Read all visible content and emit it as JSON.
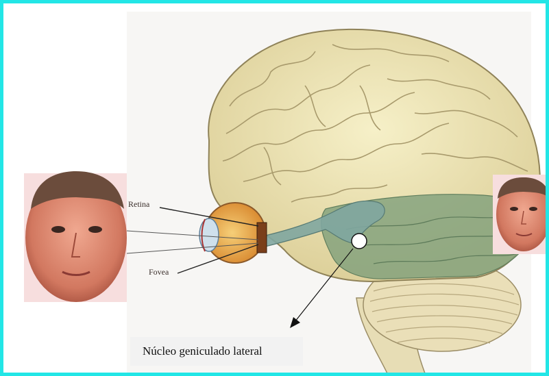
{
  "labels": {
    "retina": "Retina",
    "fovea": "Fovea"
  },
  "caption": "Núcleo geniculado lateral",
  "colors": {
    "frame": "#22e6e6",
    "brain": "#efe6b8",
    "temporal_region": "#7c9e7a",
    "optic_path": "#7fa6a0",
    "eye": "#e8a64a",
    "face_bg": "#f7dede"
  }
}
